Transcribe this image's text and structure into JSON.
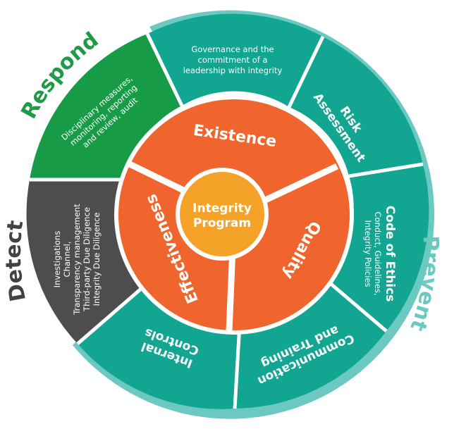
{
  "center": {
    "line1": "Integrity",
    "line2": "Program"
  },
  "core": {
    "existence": "Existence",
    "quality": "Quality",
    "effectiveness": "Effectiveness"
  },
  "segments": {
    "governance": [
      "Governance and the",
      "commitment of a",
      "leadership with integrity"
    ],
    "risk": [
      "Risk",
      "Assessment"
    ],
    "code_title": "Code of Ethics",
    "code_lines": [
      "Conduct, Guidelines,",
      "Integrity Policies"
    ],
    "communication": [
      "Communication",
      "and Training"
    ],
    "internal": [
      "Internal",
      "Controls"
    ],
    "detect_items": [
      "Investigations",
      "Channel,",
      "Transparency management",
      "Third-party Due Diligence",
      "Integrity Due Diligence"
    ],
    "respond_items": [
      "Disciplinary measures,",
      "monitoring, reporting",
      "and review, audit"
    ]
  },
  "phases": {
    "respond": "Respond",
    "detect": "Detect",
    "prevent": "Prevent"
  },
  "colors": {
    "teal": "#11a592",
    "teal_light": "#6cc9c1",
    "green": "#189b47",
    "dark_gray": "#4b4d4e",
    "orange": "#ef652d",
    "amber": "#f5a328",
    "respond_text": "#1f9a48",
    "detect_text": "#414345",
    "prevent_text": "#6cc9c1"
  }
}
